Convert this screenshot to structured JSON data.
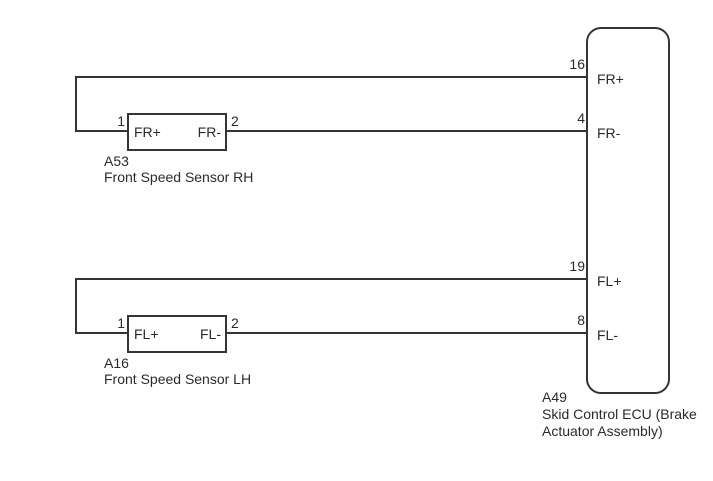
{
  "colors": {
    "line": "#343434",
    "text": "#2a2a2a",
    "background": "#ffffff"
  },
  "sensors": [
    {
      "id": "A53",
      "name": "Front Speed Sensor RH",
      "pin_left": "1",
      "pin_right": "2",
      "terminal_left": "FR+",
      "terminal_right": "FR-"
    },
    {
      "id": "A16",
      "name": "Front Speed Sensor LH",
      "pin_left": "1",
      "pin_right": "2",
      "terminal_left": "FL+",
      "terminal_right": "FL-"
    }
  ],
  "ecu": {
    "id": "A49",
    "name_line1": "Skid Control ECU (Brake",
    "name_line2": "Actuator Assembly)",
    "pins": [
      {
        "number": "16",
        "label": "FR+"
      },
      {
        "number": "4",
        "label": "FR-"
      },
      {
        "number": "19",
        "label": "FL+"
      },
      {
        "number": "8",
        "label": "FL-"
      }
    ]
  }
}
